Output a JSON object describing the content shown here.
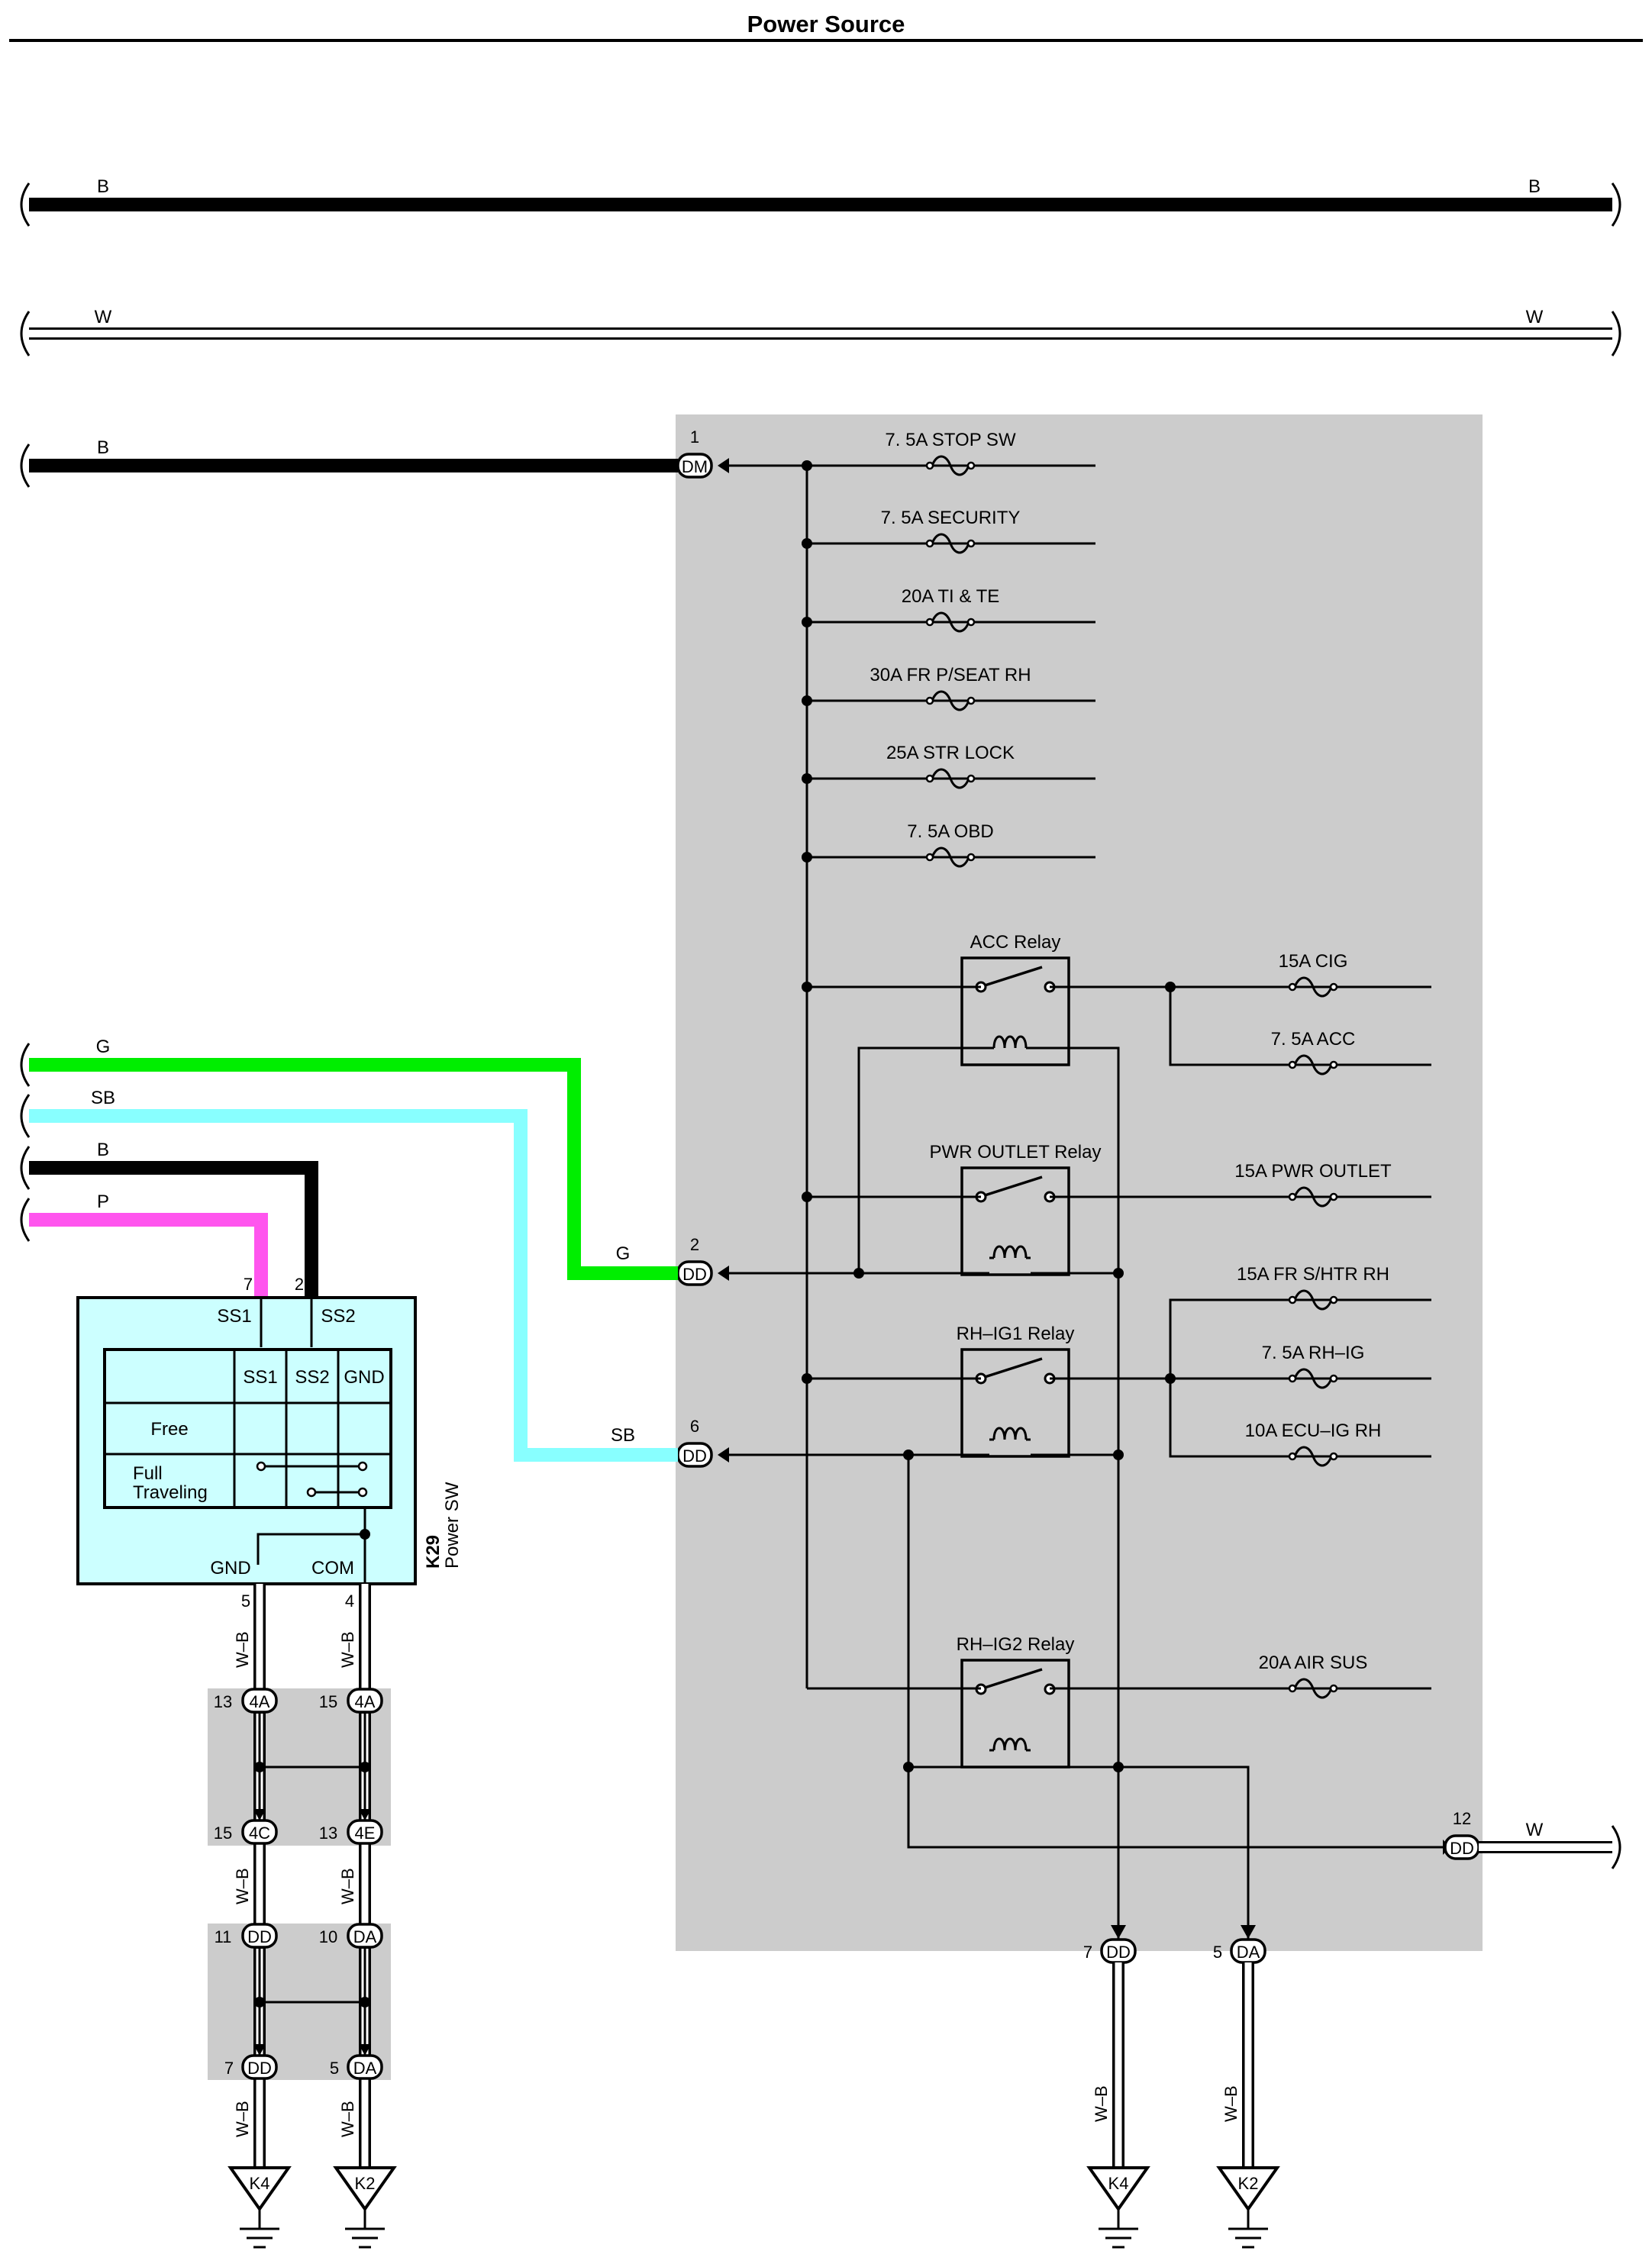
{
  "title": "Power Source",
  "wires": {
    "b_top": "B",
    "w_top": "W",
    "b_mid": "B",
    "g": "G",
    "sb": "SB",
    "b_sw": "B",
    "p": "P",
    "w_out": "W",
    "wb": "W–B"
  },
  "fuses": {
    "stop_sw": "7. 5A STOP SW",
    "security": "7. 5A SECURITY",
    "ti_te": "20A TI & TE",
    "fr_pseat": "30A FR P/SEAT RH",
    "str_lock": "25A STR LOCK",
    "obd": "7. 5A OBD",
    "cig": "15A CIG",
    "acc": "7. 5A ACC",
    "pwr_outlet": "15A PWR OUTLET",
    "fr_shtr": "15A FR S/HTR RH",
    "rh_ig": "7. 5A RH–IG",
    "ecu_ig": "10A ECU–IG RH",
    "air_sus": "20A AIR SUS"
  },
  "relays": {
    "acc": "ACC Relay",
    "pwr_outlet": "PWR OUTLET Relay",
    "rh_ig1": "RH–IG1 Relay",
    "rh_ig2": "RH–IG2 Relay"
  },
  "connectors": {
    "dm1": {
      "pin": "1",
      "code": "DM"
    },
    "dd2": {
      "pin": "2",
      "code": "DD"
    },
    "dd6": {
      "pin": "6",
      "code": "DD"
    },
    "dd12": {
      "pin": "12",
      "code": "DD"
    },
    "dd7_r": {
      "pin": "7",
      "code": "DD"
    },
    "da5_r": {
      "pin": "5",
      "code": "DA"
    },
    "c4a_13": {
      "pin": "13",
      "code": "4A"
    },
    "c4a_15": {
      "pin": "15",
      "code": "4A"
    },
    "c4c_15": {
      "pin": "15",
      "code": "4C"
    },
    "c4e_13": {
      "pin": "13",
      "code": "4E"
    },
    "dd11": {
      "pin": "11",
      "code": "DD"
    },
    "da10": {
      "pin": "10",
      "code": "DA"
    },
    "dd7_l": {
      "pin": "7",
      "code": "DD"
    },
    "da5_l": {
      "pin": "5",
      "code": "DA"
    }
  },
  "power_switch": {
    "id": "K29",
    "name": "Power SW",
    "pin_ss1": "7",
    "pin_ss2": "2",
    "pin_gnd": "5",
    "pin_com": "4",
    "label_ss1": "SS1",
    "label_ss2": "SS2",
    "label_gnd": "GND",
    "label_com": "COM",
    "table": {
      "headers": [
        "SS1",
        "SS2",
        "GND"
      ],
      "row_free": "Free",
      "row_full_1": "Full",
      "row_full_2": "Traveling"
    }
  },
  "grounds": {
    "k4_left": "K4",
    "k2_left": "K2",
    "k4_right": "K4",
    "k2_right": "K2"
  },
  "colors": {
    "junction_block": "#cccccc",
    "switch_fill": "#ccffff",
    "wire_green": "#00ee00",
    "wire_sky_blue": "#88ffff",
    "wire_pink": "#ff55ee",
    "wire_black": "#000000"
  }
}
